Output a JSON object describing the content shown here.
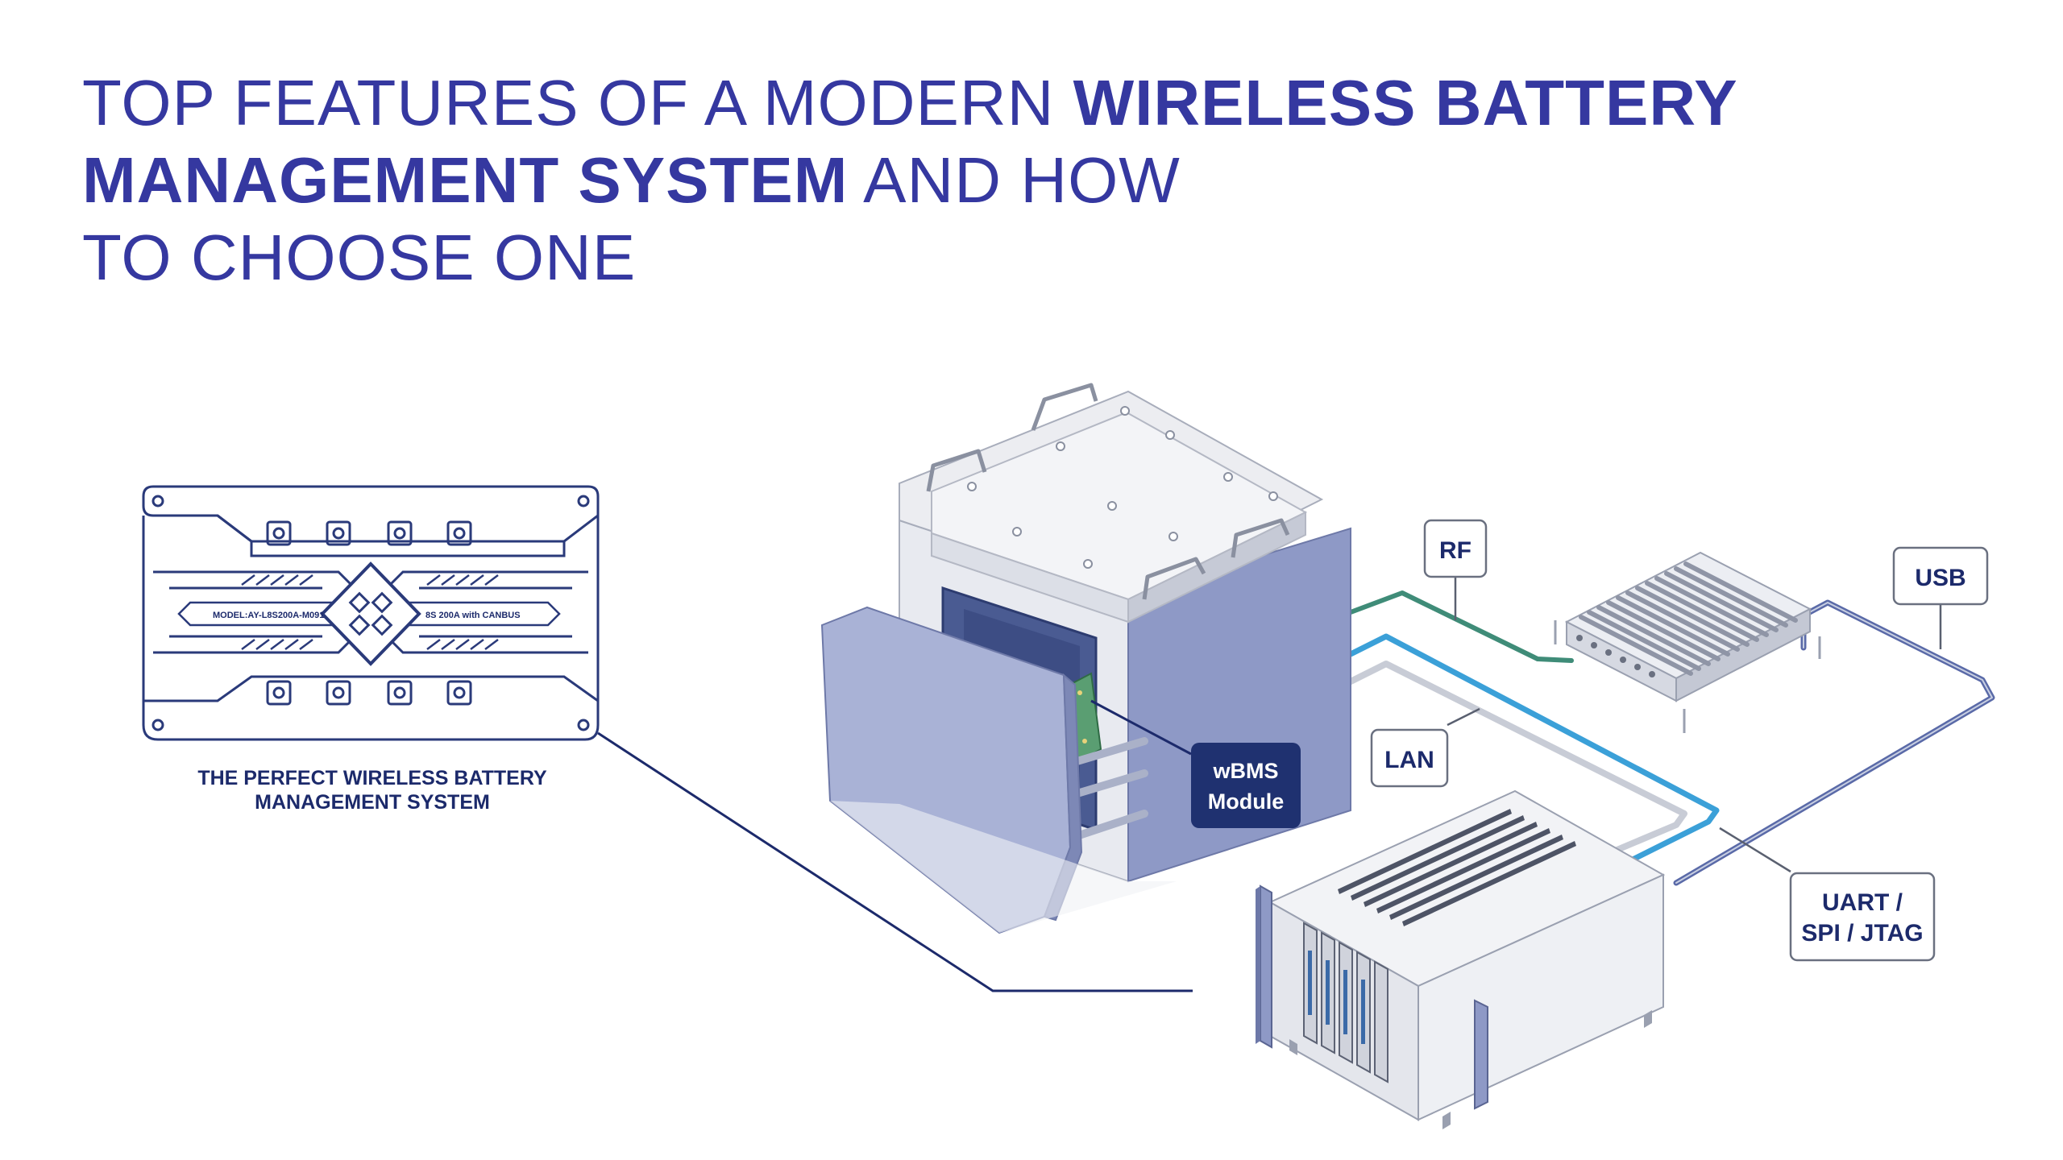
{
  "title": {
    "line1_regular": "TOP FEATURES OF A MODERN ",
    "line1_bold": "WIRELESS BATTERY",
    "line2_bold": "MANAGEMENT SYSTEM",
    "line2_regular": " AND HOW",
    "line3_regular": "TO CHOOSE ONE"
  },
  "battery": {
    "model_text": "MODEL:AY-L8S200A-M091",
    "spec_text": "8S 200A with CANBUS",
    "caption_line1": "THE PERFECT WIRELESS BATTERY",
    "caption_line2": "MANAGEMENT SYSTEM"
  },
  "callouts": {
    "wbms_line1": "wBMS",
    "wbms_line2": "Module",
    "rf": "RF",
    "usb": "USB",
    "lan": "LAN",
    "uart_line1": "UART /",
    "uart_line2": "SPI / JTAG"
  },
  "colors": {
    "title": "#3538a0",
    "dark_navy": "#1c2a6b",
    "wbms_box": "#1f3170",
    "chamber_side": "#8e99c6",
    "door": "#a9b2d6",
    "rf_cable": "#3f8c78",
    "lan_cable": "#3ba0d8",
    "usb_cable": "#5a6aa8"
  }
}
